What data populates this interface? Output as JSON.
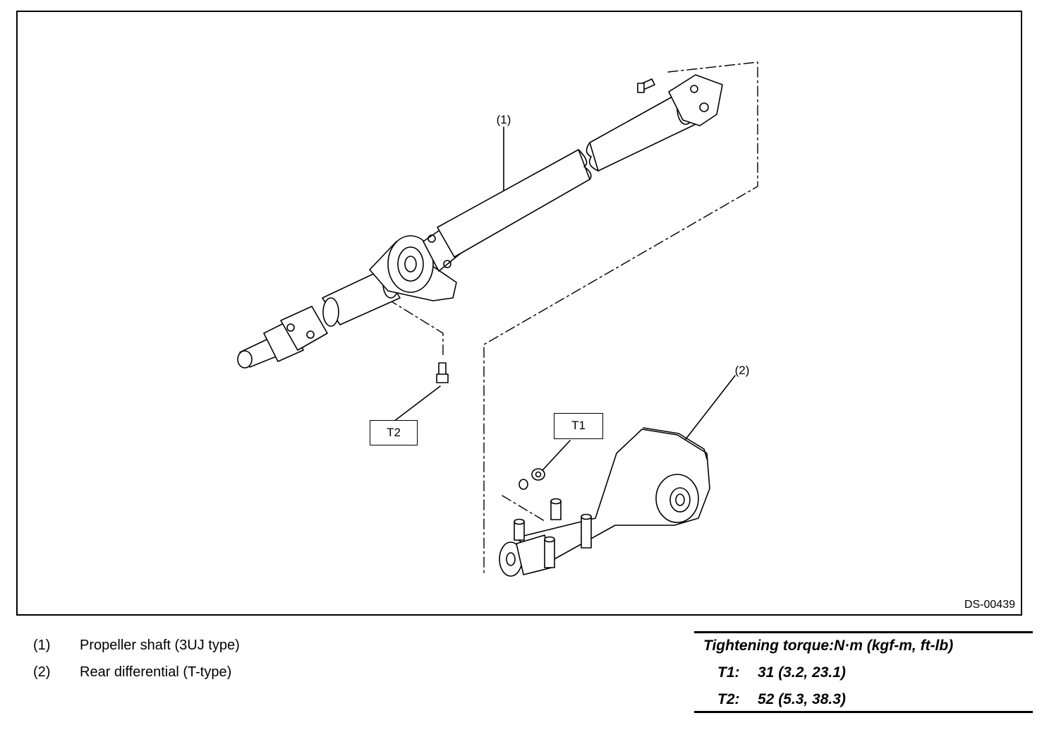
{
  "figure": {
    "code": "DS-00439",
    "callouts": {
      "part1": "(1)",
      "part2": "(2)",
      "t1": "T1",
      "t2": "T2"
    }
  },
  "legend": [
    {
      "num": "(1)",
      "text": "Propeller shaft (3UJ type)"
    },
    {
      "num": "(2)",
      "text": "Rear differential (T-type)"
    }
  ],
  "torque": {
    "title": "Tightening torque:N·m (kgf-m, ft-lb)",
    "rows": [
      {
        "key": "T1:",
        "value": "31 (3.2, 23.1)"
      },
      {
        "key": "T2:",
        "value": "52 (5.3, 38.3)"
      }
    ]
  }
}
